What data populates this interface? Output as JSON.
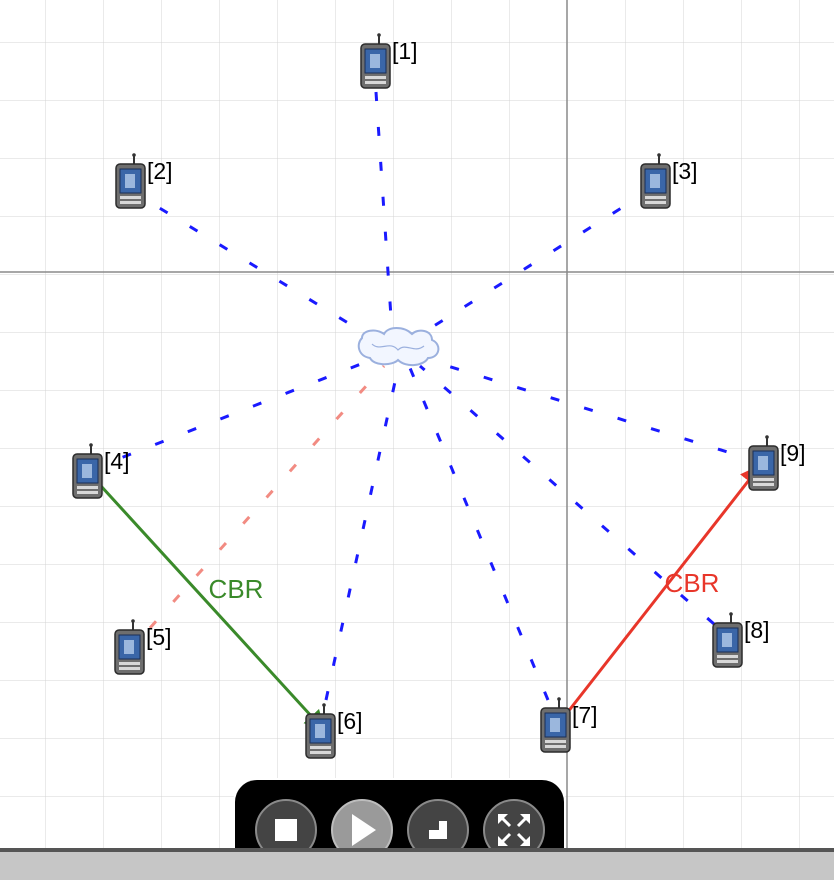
{
  "nodes": [
    {
      "id": "1",
      "label": "[1]"
    },
    {
      "id": "2",
      "label": "[2]"
    },
    {
      "id": "3",
      "label": "[3]"
    },
    {
      "id": "4",
      "label": "[4]"
    },
    {
      "id": "5",
      "label": "[5]"
    },
    {
      "id": "6",
      "label": "[6]"
    },
    {
      "id": "7",
      "label": "[7]"
    },
    {
      "id": "8",
      "label": "[8]"
    },
    {
      "id": "9",
      "label": "[9]"
    }
  ],
  "flows": [
    {
      "from": "4",
      "to": "6",
      "label": "CBR",
      "color": "#3a8a2a"
    },
    {
      "from": "7",
      "to": "9",
      "label": "CBR",
      "color": "#e8362a"
    }
  ],
  "wireless_links": {
    "color": "#1a1aff",
    "highlight_color": "#f28b82"
  },
  "toolbar": {
    "stop": "stop-icon",
    "play": "play-icon",
    "step": "step-icon",
    "fullscreen": "fullscreen-icon"
  }
}
